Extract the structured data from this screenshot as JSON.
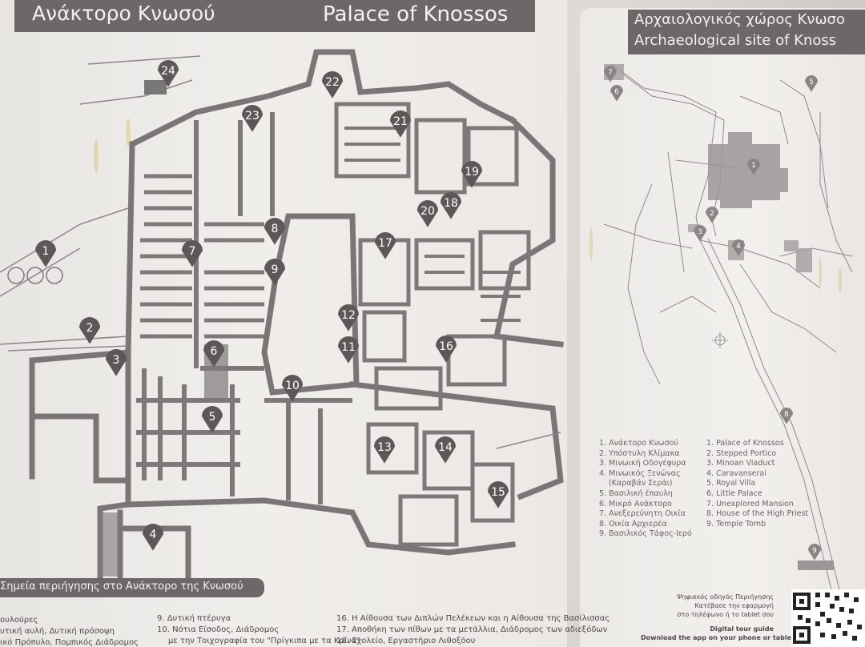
{
  "panel_left": {
    "title_gr": "Ανάκτορο Κνωσού",
    "title_en": "Palace of Knossos",
    "markers": [
      "1",
      "2",
      "3",
      "4",
      "5",
      "6",
      "7",
      "8",
      "9",
      "10",
      "11",
      "12",
      "13",
      "14",
      "15",
      "16",
      "17",
      "18",
      "19",
      "20",
      "21",
      "22",
      "23",
      "24"
    ],
    "tour_heading": "Σημεία περιήγησης στο Ανάκτορο της Κνωσού"
  },
  "panel_right": {
    "title_gr": "Αρχαιολογικός χώρος Κνωσο",
    "title_en": "Archaeological site of Knoss",
    "markers": [
      "1",
      "2",
      "3",
      "4",
      "5",
      "6",
      "7",
      "8",
      "9"
    ],
    "legend_gr": [
      "1. Ανάκτορο Κνωσού",
      "2. Υπόστυλη Κλίμακα",
      "3. Μινωική Οδογέφυρα",
      "4. Μινωικός Ξενώνας",
      "(Καραβάν Σεράι)",
      "5. Βασιλική έπαυλη",
      "6. Μικρό Ανάκτορο",
      "7. Ανεξερεύνητη Οικία",
      "8. Οικία Αρχιερέα",
      "9. Βασιλικός Τάφος-Ιερό"
    ],
    "legend_en": [
      "1. Palace of Knossos",
      "2. Stepped Portico",
      "3. Minoan Viaduct",
      "4. Caravanserai",
      "5. Royal Villa",
      "6. Little Palace",
      "7. Unexplored Mansion",
      "8. House of the High Priest",
      "9. Temple Tomb"
    ]
  },
  "bottom": {
    "col1": [
      "ουλούρες",
      "υτική αυλή, Δυτική πρόσοψη",
      "ικό Πρόπυλο, Πομπικός Διάδρομος"
    ],
    "col2": [
      "9. Δυτική πτέρυγα",
      "10. Νότια Είσοδος, Διάδρομος",
      "με την Τοιχογραφία του \"Πρίγκιπα με τα Κρίνα\""
    ],
    "col3": [
      "16. Η Αίθουσα των Διπλών Πελέκεων  και η Αίθουσα της Βασίλισσας",
      "17. Αποθήκη των πίθων με τα μετάλλια, Διάδρομος των αδιεξόδων",
      "18. Σχολείο, Εργαστήριο Λιθοξόου"
    ],
    "app_gr": [
      "Ψηφιακός οδηγός Περιήγησης",
      "Κατέβασε την εφαρμογή",
      "στο τηλέφωνο ή το tablet σου"
    ],
    "app_en": [
      "Digital tour guide",
      "Download the app on your phone or tablet"
    ]
  }
}
